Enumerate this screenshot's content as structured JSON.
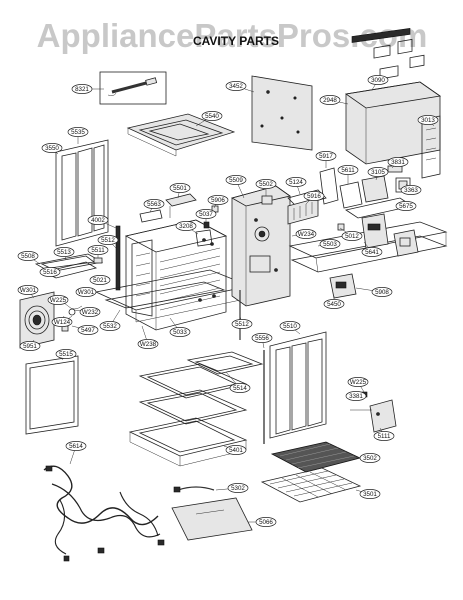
{
  "watermark": "AppliancePartsPros.com",
  "title": "CAVITY PARTS",
  "callouts": {
    "c8321": "8321",
    "c5540": "5540",
    "c3452": "3452",
    "c3090": "3090",
    "c2948": "2948",
    "c3013": "3013",
    "c5535": "5535",
    "c3550": "3550",
    "c5917": "5917",
    "c5611": "5611",
    "c3831": "3831",
    "c3105": "3105",
    "c3363": "3363",
    "c5675": "5675",
    "c5501": "5501",
    "c5509": "5509",
    "c5502": "5502",
    "c5124": "5124",
    "c5916": "5916",
    "c5563": "5563",
    "c5906": "5906",
    "c4002": "4002",
    "c5037": "5037",
    "c3208": "3208",
    "cW234": "W234",
    "c5012": "5012",
    "c5513": "5513",
    "c5512a": "5512",
    "c5503": "5503",
    "c5641": "5641",
    "c5508": "5508",
    "c5511": "5511",
    "c5516": "5516",
    "c5021": "5021",
    "cW301a": "W301",
    "cW301b": "W301",
    "cW225a": "W225",
    "c5450": "5450",
    "c5908": "5908",
    "cW232": "W232",
    "cW124": "W124",
    "c5497": "5497",
    "c5532": "5532",
    "c5033": "5033",
    "c5512b": "5512",
    "c5510": "5510",
    "c5951": "5951",
    "cW238": "W238",
    "c5556": "5556",
    "c5515": "5515",
    "c5514": "5514",
    "cW225b": "W225",
    "c3381": "3381",
    "c5111": "5111",
    "c5401": "5401",
    "c5614": "5614",
    "c3502": "3502",
    "c5302": "5302",
    "c3501": "3501",
    "c5066": "5066"
  }
}
